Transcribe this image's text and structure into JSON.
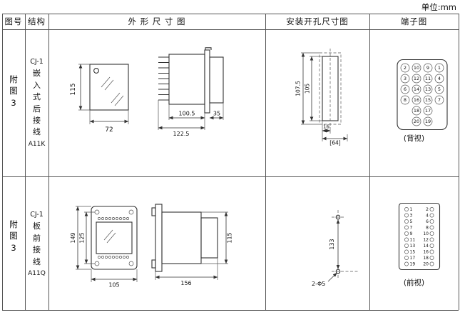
{
  "unit_label": "单位:mm",
  "header": {
    "fig_no": "图号",
    "structure": "结构",
    "outline": "外 形 尺 寸 图",
    "install": "安装开孔尺寸图",
    "terminal": "端子图"
  },
  "r1": {
    "fig": [
      "附",
      "图",
      "3"
    ],
    "structure": [
      "CJ-1",
      "嵌",
      "入",
      "式",
      "后",
      "接",
      "线",
      "A11K"
    ],
    "front": {
      "h": "115",
      "w": "72"
    },
    "side": {
      "d1": "100.5",
      "d2": "122.5",
      "d3": "35"
    },
    "install": {
      "h1": "107.5",
      "h2": "105",
      "w1": "16",
      "w2": "[64]"
    },
    "terminal_caption": "(背视)",
    "terminals": [
      [
        "2",
        "10",
        "9",
        "1"
      ],
      [
        "3",
        "12",
        "11",
        "4"
      ],
      [
        "6",
        "14",
        "13",
        "5"
      ],
      [
        "8",
        "16",
        "15",
        "7"
      ],
      [
        "18",
        "17"
      ],
      [
        "20",
        "19"
      ]
    ]
  },
  "r2": {
    "fig": [
      "附",
      "图",
      "3"
    ],
    "structure": [
      "CJ-1",
      "板",
      "前",
      "接",
      "线",
      "A11Q"
    ],
    "front": {
      "h1": "149",
      "h2": "125",
      "w": "105"
    },
    "side": {
      "w": "156",
      "h": "115"
    },
    "install": {
      "h": "133",
      "hole": "2-Φ5"
    },
    "terminal_caption": "(前视)",
    "terminals": [
      [
        "1",
        "2"
      ],
      [
        "3",
        "4"
      ],
      [
        "5",
        "6"
      ],
      [
        "7",
        "8"
      ],
      [
        "9",
        "10"
      ],
      [
        "11",
        "12"
      ],
      [
        "13",
        "14"
      ],
      [
        "15",
        "16"
      ],
      [
        "17",
        "18"
      ],
      [
        "19",
        "20"
      ]
    ]
  }
}
